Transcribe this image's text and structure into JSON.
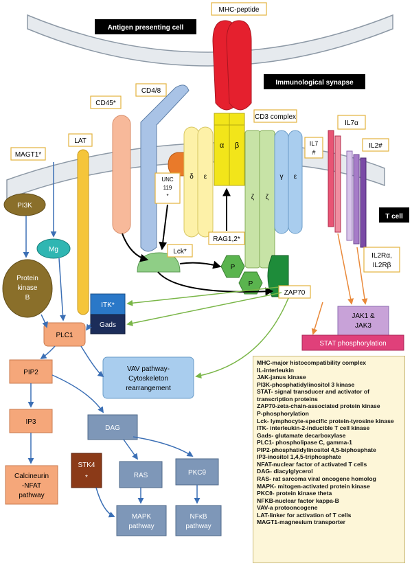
{
  "labels": {
    "apc": "Antigen presenting cell",
    "mhc": "MHC-peptide",
    "synapse": "Immunological synapse",
    "cd48": "CD4/8",
    "cd45": "CD45*",
    "cd3": "CD3 complex",
    "il7": "IL7",
    "il7hash": "#",
    "il7a": "IL7α",
    "il2": "IL2#",
    "magt1": "MAGT1*",
    "lat": "LAT",
    "tcell": "T cell",
    "unc": "UNC",
    "unc2": "119",
    "unc3": "*",
    "rag": "RAG1,2*",
    "lck": "Lck*",
    "zap70": "ZAP70",
    "il2r1": "IL2Rα,",
    "il2r2": "IL2Rβ",
    "jak1": "JAK1 &",
    "jak2": "JAK3",
    "stat": "STAT phosphorylation",
    "pi3k": "PI3K",
    "mg": "Mg",
    "pkb1": "Protein",
    "pkb2": "kinase",
    "pkb3": "B",
    "itk": "ITK*",
    "gads": "Gads",
    "plc1": "PLC1",
    "vav1": "VAV pathway-",
    "vav2": "Cytoskeleton",
    "vav3": "rearrangement",
    "pip2": "PIP2",
    "ip3": "IP3",
    "dag": "DAG",
    "calc1": "Calcineurin",
    "calc2": "-NFAT",
    "calc3": "pathway",
    "stk4": "STK4",
    "stk4b": "*",
    "ras": "RAS",
    "pkc": "PKCθ",
    "mapk1": "MAPK",
    "mapk2": "pathway",
    "nfkb1": "NFκB",
    "nfkb2": "pathway",
    "alpha": "α",
    "beta": "β",
    "delta": "δ",
    "eps1": "ε",
    "zeta1": "ζ",
    "zeta2": "ζ",
    "gamma": "γ",
    "eps2": "ε",
    "p1": "P",
    "p2": "P"
  },
  "legend": [
    "MHC-major histocompatibility complex",
    "IL-interleukin",
    "JAK-janus kinase",
    "PI3K-phosphatidylinositol 3 kinase",
    "STAT- signal transducer and activator of transcription proteins",
    "ZAP70-zeta-chain-associated protein kinase",
    "P-phosphorylation",
    "Lck- lymphocyte-specific protein-tyrosine kinase",
    "ITK- interleukin-2-inducible T cell kinase",
    "Gads- glutamate decarboxylase",
    "PLC1- phospholipase C, gamma-1",
    "PIP2-phosphatidylinositol 4,5-biphosphate",
    "IP3-inositol 1,4,5-triphosphate",
    "NFAT-nuclear factor of activated T cells",
    "DAG- diacylglycerol",
    "RAS- rat sarcoma viral oncogene homolog",
    "MAPK- mitogen-activated protein kinase",
    "PKCθ- protein kinase theta",
    "NFKB-nuclear factor kappa-B",
    "VAV-a protooncogene",
    "LAT-linker for activation of T cells",
    "MAGT1-magnesium transporter"
  ],
  "colors": {
    "membrane": "#e6eaee",
    "mhc": "#e5202e",
    "cd3": "#f2e51a",
    "orange_box": "#f5a77a",
    "slate_box": "#7e97b8",
    "olive": "#8a6f2a",
    "stat": "#e0407a",
    "jak": "#c8a2d8"
  }
}
